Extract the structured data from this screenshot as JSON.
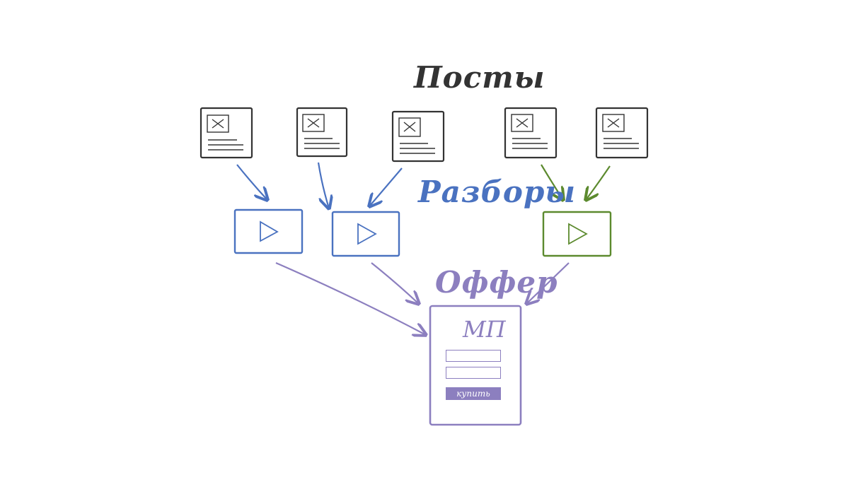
{
  "labels": {
    "posts": "Посты",
    "reviews": "Разборы",
    "offer": "Оффер"
  },
  "offer_card": {
    "title": "МП",
    "button_label": "купить"
  },
  "colors": {
    "posts": "#333333",
    "reviews_blue": "#4a72c0",
    "reviews_green": "#5c8a2e",
    "offer": "#8c7fbf"
  },
  "icons": {
    "post_image": "image-placeholder-icon",
    "video": "play-icon"
  }
}
